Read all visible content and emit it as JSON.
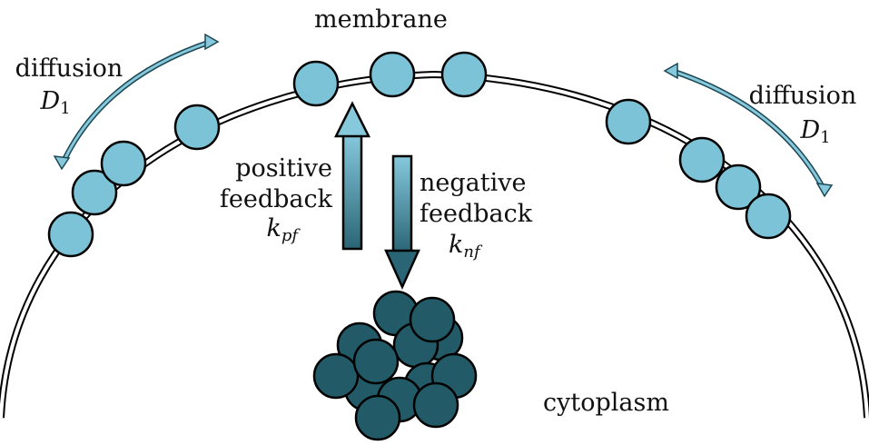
{
  "labels": {
    "membrane": "membrane",
    "cytoplasm": "cytoplasm",
    "diffusion_left": "diffusion",
    "diffusion_left_symbol": "D",
    "diffusion_left_subscript": "1",
    "diffusion_right": "diffusion",
    "diffusion_right_symbol": "D",
    "diffusion_right_subscript": "1",
    "positive": "positive",
    "positive_feedback": "feedback",
    "positive_symbol": "k",
    "positive_subscript": "pf",
    "negative": "negative",
    "negative_feedback": "feedback",
    "negative_symbol": "k",
    "negative_subscript": "nf"
  },
  "colors": {
    "membrane_particle": "#7cc3d8",
    "cytoplasm_particle": "#235a67",
    "outline": "#000000",
    "arrow_light": "#86c8dc",
    "arrow_dark": "#2a6576"
  }
}
